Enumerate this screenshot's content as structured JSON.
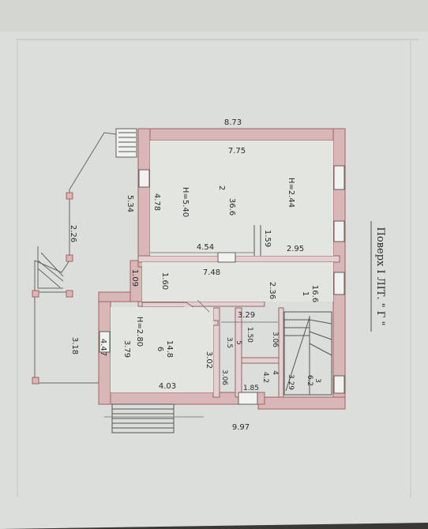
{
  "plan": {
    "title": "Поверх I ЛІТ. \" Г \"",
    "dimensions": {
      "top_outer": "8.73",
      "top_inner": "7.75",
      "bottom_outer": "9.97",
      "left_hall_height": "5.34",
      "left_hall_inner": "4.78",
      "terrace_width": "2.26",
      "terrace_lower": "3.18",
      "lower_left": "4.47",
      "room6_left": "3.79",
      "room6_bottom": "4.03",
      "room6_right": "3.02",
      "corridor_len": "7.48",
      "corridor_width": "1.60",
      "small_left": "1.09",
      "hall_mid": "4.54",
      "hall_right": "2.95",
      "hall_step": "1.59",
      "room1_dim": "2.36",
      "room1_top": "3.29",
      "room5_w": "1.50",
      "room5_h": "3.06",
      "room4_left": "3.06",
      "room4_bottom": "1.85",
      "room3_dim": "3.29"
    },
    "rooms": [
      {
        "id": "2",
        "area": "36.6",
        "height": "H=5.40",
        "height2": "H=2.44"
      },
      {
        "id": "1",
        "area": "16.6"
      },
      {
        "id": "6",
        "area": "14.8",
        "height": "H=2.80"
      },
      {
        "id": "5",
        "area": "3.5"
      },
      {
        "id": "4",
        "area": "4.2"
      },
      {
        "id": "3",
        "area": "6.2"
      }
    ]
  }
}
